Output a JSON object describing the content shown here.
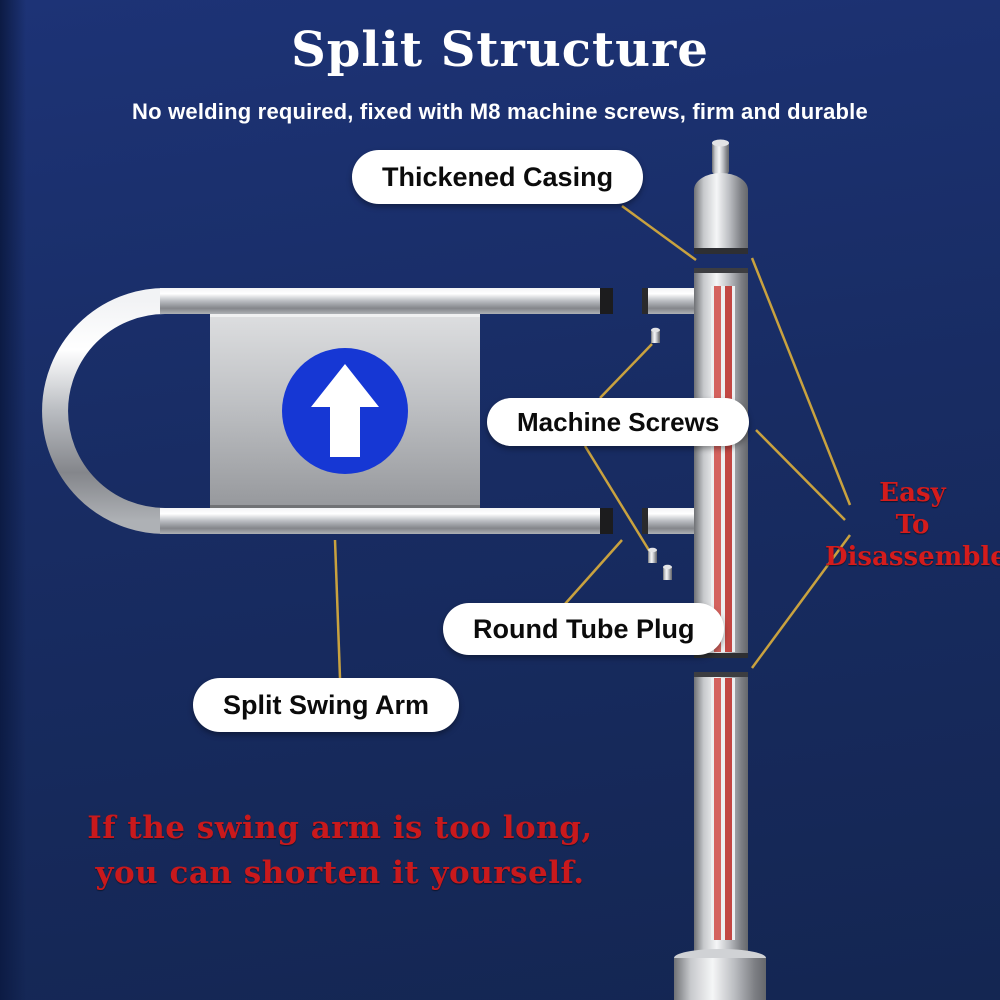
{
  "title": "Split Structure",
  "subtitle": "No welding required, fixed with M8 machine screws, firm and durable",
  "labels": {
    "thickened_casing": "Thickened Casing",
    "machine_screws": "Machine Screws",
    "round_tube_plug": "Round Tube Plug",
    "split_swing_arm": "Split Swing Arm"
  },
  "side_note": {
    "lines": [
      "Easy",
      "To",
      "Disassemble"
    ]
  },
  "bottom_note": {
    "lines": [
      "If the swing arm is too long,",
      "you can shorten it yourself."
    ]
  },
  "colors": {
    "background": "#182c63",
    "connector_line": "#c9a23f",
    "note_red": "#c9191c",
    "arrow_blue": "#1637d4",
    "steel_light": "#f5f6f7",
    "steel_dark": "#6f7175",
    "inner_rod_red": "#d4625e"
  }
}
